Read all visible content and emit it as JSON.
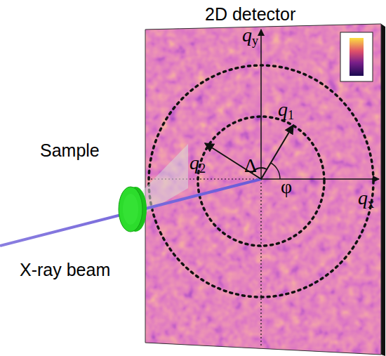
{
  "diagram": {
    "labels": [
      "2D detector",
      "qy",
      "q1",
      "q2",
      "Δ",
      "φ",
      "qx",
      "Sample",
      "X-ray beam"
    ]
  }
}
